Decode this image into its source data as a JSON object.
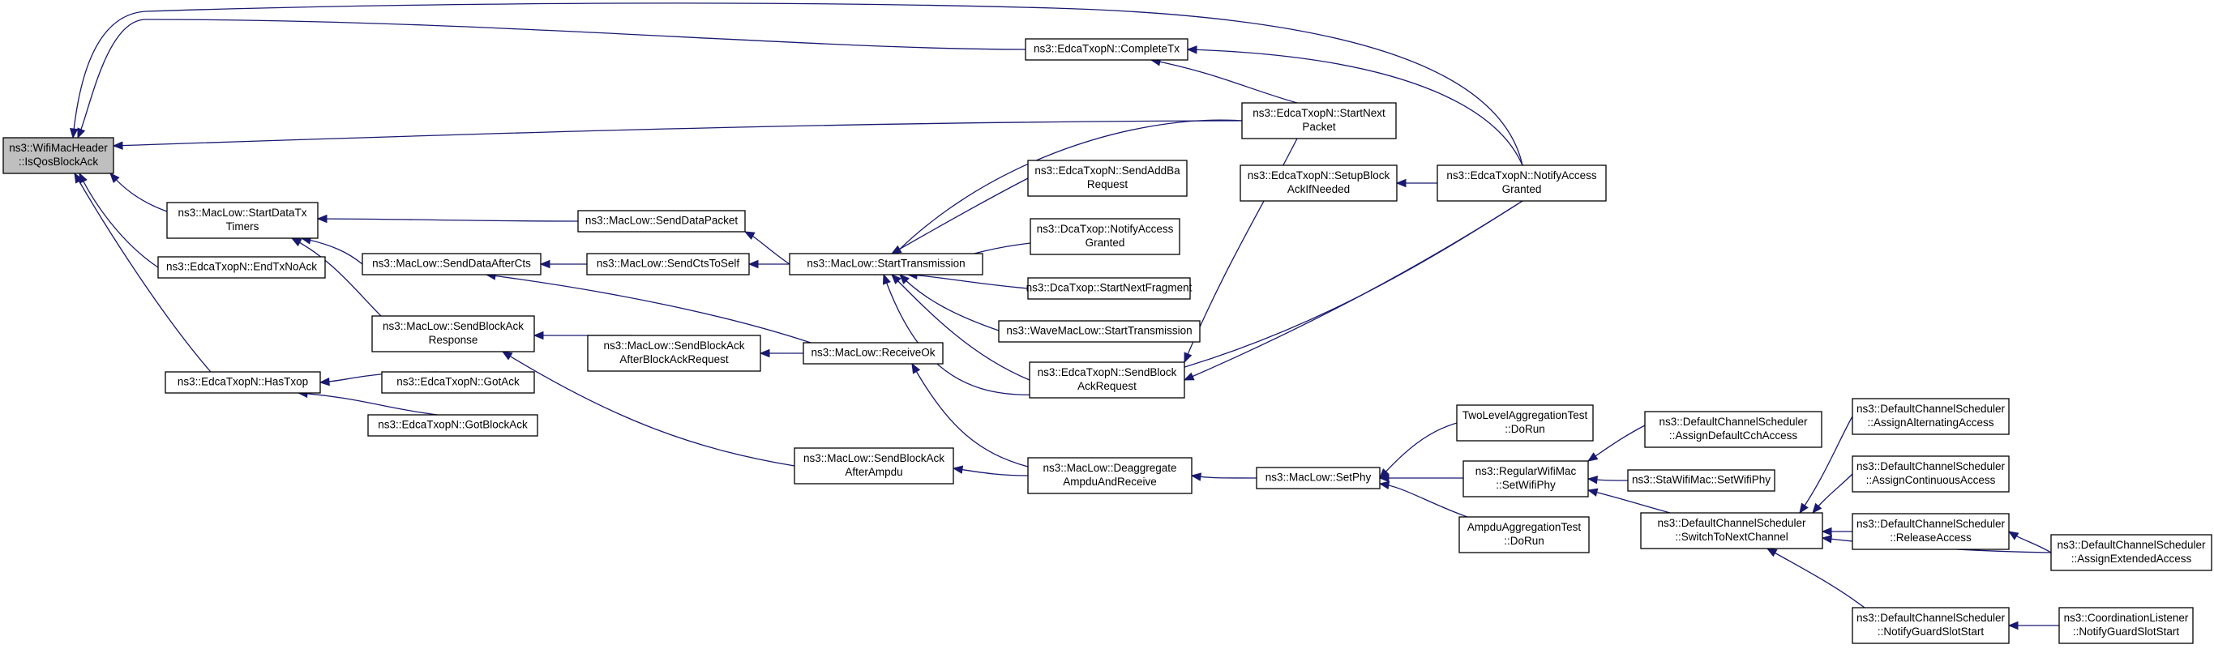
{
  "nodes": [
    {
      "id": "n0",
      "label": "ns3::WifiMacHeader\n::IsQosBlockAck",
      "root": true
    },
    {
      "id": "n1",
      "label": "ns3::MacLow::StartDataTx\nTimers"
    },
    {
      "id": "n2",
      "label": "ns3::EdcaTxopN::EndTxNoAck"
    },
    {
      "id": "n3",
      "label": "ns3::EdcaTxopN::HasTxop"
    },
    {
      "id": "n4",
      "label": "ns3::MacLow::SendDataAfterCts"
    },
    {
      "id": "n5",
      "label": "ns3::MacLow::SendBlockAck\nResponse"
    },
    {
      "id": "n6",
      "label": "ns3::EdcaTxopN::GotAck"
    },
    {
      "id": "n7",
      "label": "ns3::EdcaTxopN::GotBlockAck"
    },
    {
      "id": "n8",
      "label": "ns3::MacLow::SendDataPacket"
    },
    {
      "id": "n9",
      "label": "ns3::MacLow::SendCtsToSelf"
    },
    {
      "id": "n10",
      "label": "ns3::MacLow::SendBlockAck\nAfterBlockAckRequest"
    },
    {
      "id": "n11",
      "label": "ns3::MacLow::StartTransmission"
    },
    {
      "id": "n12",
      "label": "ns3::MacLow::ReceiveOk"
    },
    {
      "id": "n13",
      "label": "ns3::MacLow::SendBlockAck\nAfterAmpdu"
    },
    {
      "id": "n14",
      "label": "ns3::EdcaTxopN::CompleteTx"
    },
    {
      "id": "n15",
      "label": "ns3::EdcaTxopN::SendAddBa\nRequest"
    },
    {
      "id": "n16",
      "label": "ns3::DcaTxop::NotifyAccess\nGranted"
    },
    {
      "id": "n17",
      "label": "ns3::DcaTxop::StartNextFragment"
    },
    {
      "id": "n18",
      "label": "ns3::WaveMacLow::StartTransmission"
    },
    {
      "id": "n19",
      "label": "ns3::EdcaTxopN::SendBlock\nAckRequest"
    },
    {
      "id": "n20",
      "label": "ns3::MacLow::Deaggregate\nAmpduAndReceive"
    },
    {
      "id": "n21",
      "label": "ns3::EdcaTxopN::StartNext\nPacket"
    },
    {
      "id": "n22",
      "label": "ns3::EdcaTxopN::SetupBlock\nAckIfNeeded"
    },
    {
      "id": "n23",
      "label": "ns3::MacLow::SetPhy"
    },
    {
      "id": "n24",
      "label": "ns3::EdcaTxopN::NotifyAccess\nGranted"
    },
    {
      "id": "n25",
      "label": "TwoLevelAggregationTest\n::DoRun"
    },
    {
      "id": "n26",
      "label": "ns3::RegularWifiMac\n::SetWifiPhy"
    },
    {
      "id": "n27",
      "label": "AmpduAggregationTest\n::DoRun"
    },
    {
      "id": "n28",
      "label": "ns3::DefaultChannelScheduler\n::AssignDefaultCchAccess"
    },
    {
      "id": "n29",
      "label": "ns3::StaWifiMac::SetWifiPhy"
    },
    {
      "id": "n30",
      "label": "ns3::DefaultChannelScheduler\n::SwitchToNextChannel"
    },
    {
      "id": "n31",
      "label": "ns3::DefaultChannelScheduler\n::AssignAlternatingAccess"
    },
    {
      "id": "n32",
      "label": "ns3::DefaultChannelScheduler\n::AssignContinuousAccess"
    },
    {
      "id": "n33",
      "label": "ns3::DefaultChannelScheduler\n::ReleaseAccess"
    },
    {
      "id": "n34",
      "label": "ns3::DefaultChannelScheduler\n::NotifyGuardSlotStart"
    },
    {
      "id": "n35",
      "label": "ns3::DefaultChannelScheduler\n::AssignExtendedAccess"
    },
    {
      "id": "n36",
      "label": "ns3::CoordinationListener\n::NotifyGuardSlotStart"
    }
  ],
  "edges": [
    {
      "from": "n1",
      "to": "n0"
    },
    {
      "from": "n2",
      "to": "n0"
    },
    {
      "from": "n3",
      "to": "n0"
    },
    {
      "from": "n14",
      "to": "n0"
    },
    {
      "from": "n21",
      "to": "n0"
    },
    {
      "from": "n24",
      "to": "n0"
    },
    {
      "from": "n8",
      "to": "n1"
    },
    {
      "from": "n4",
      "to": "n1"
    },
    {
      "from": "n5",
      "to": "n1"
    },
    {
      "from": "n9",
      "to": "n4"
    },
    {
      "from": "n12",
      "to": "n4"
    },
    {
      "from": "n10",
      "to": "n5"
    },
    {
      "from": "n13",
      "to": "n5"
    },
    {
      "from": "n6",
      "to": "n3"
    },
    {
      "from": "n7",
      "to": "n3"
    },
    {
      "from": "n11",
      "to": "n8"
    },
    {
      "from": "n11",
      "to": "n9"
    },
    {
      "from": "n12",
      "to": "n10"
    },
    {
      "from": "n20",
      "to": "n12"
    },
    {
      "from": "n20",
      "to": "n13"
    },
    {
      "from": "n15",
      "to": "n11"
    },
    {
      "from": "n16",
      "to": "n11"
    },
    {
      "from": "n17",
      "to": "n11"
    },
    {
      "from": "n18",
      "to": "n11"
    },
    {
      "from": "n19",
      "to": "n11"
    },
    {
      "from": "n21",
      "to": "n11"
    },
    {
      "from": "n24",
      "to": "n11"
    },
    {
      "from": "n21",
      "to": "n14"
    },
    {
      "from": "n24",
      "to": "n14"
    },
    {
      "from": "n22",
      "to": "n15"
    },
    {
      "from": "n21",
      "to": "n19"
    },
    {
      "from": "n24",
      "to": "n19"
    },
    {
      "from": "n24",
      "to": "n22"
    },
    {
      "from": "n23",
      "to": "n20"
    },
    {
      "from": "n25",
      "to": "n23"
    },
    {
      "from": "n26",
      "to": "n23"
    },
    {
      "from": "n27",
      "to": "n23"
    },
    {
      "from": "n28",
      "to": "n26"
    },
    {
      "from": "n29",
      "to": "n26"
    },
    {
      "from": "n30",
      "to": "n26"
    },
    {
      "from": "n31",
      "to": "n30"
    },
    {
      "from": "n32",
      "to": "n30"
    },
    {
      "from": "n33",
      "to": "n30"
    },
    {
      "from": "n34",
      "to": "n30"
    },
    {
      "from": "n35",
      "to": "n30"
    },
    {
      "from": "n35",
      "to": "n33"
    },
    {
      "from": "n36",
      "to": "n34"
    }
  ],
  "colors": {
    "edge": "#191970",
    "root_fill": "#bfbfbf",
    "node_fill": "#ffffff"
  }
}
